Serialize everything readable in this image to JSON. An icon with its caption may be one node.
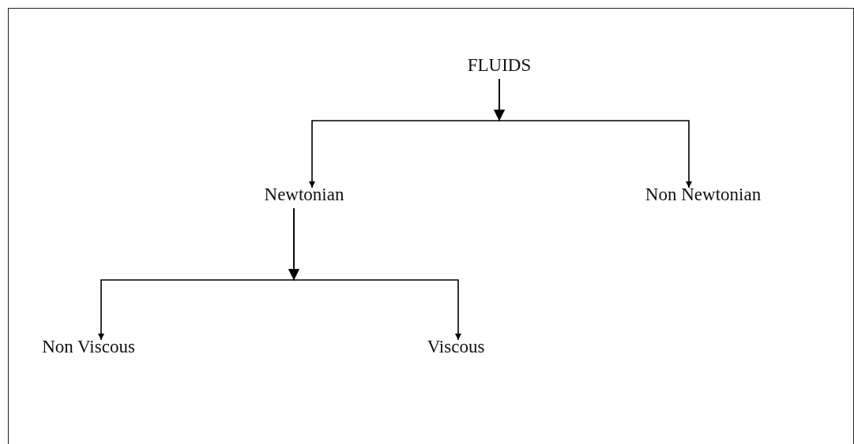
{
  "diagram": {
    "nodes": [
      {
        "text": [
          "FLUIDS"
        ]
      },
      {
        "text": [
          "Newtonian"
        ]
      },
      {
        "text": [
          "Non Newtonian"
        ]
      },
      {
        "text": [
          "Non Viscous"
        ]
      },
      {
        "text": [
          "Viscous"
        ]
      }
    ],
    "edges": [
      {
        "from": 0,
        "to": 1,
        "arrow": "to"
      },
      {
        "from": 0,
        "to": 2,
        "arrow": "to"
      },
      {
        "from": 1,
        "to": 3,
        "arrow": "to"
      },
      {
        "from": 1,
        "to": 4,
        "arrow": "to"
      }
    ]
  }
}
